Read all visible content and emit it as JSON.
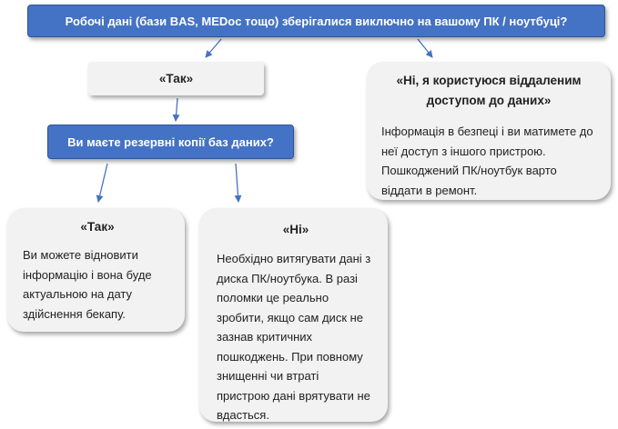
{
  "colors": {
    "blue_box": "#4472c4",
    "grey_box": "#f2f2f2",
    "arrow": "#4472c4"
  },
  "question_main": "Робочі дані (бази BAS, MEDoc тощо) зберігалися виключно на вашому ПК / ноутбуці?",
  "answer_yes_top": "«Так»",
  "answer_no_top": {
    "title": "«Ні, я користуюся віддаленим доступом до даних»",
    "text": "Інформація в безпеці і ви матимете до неї доступ з іншого пристрою. Пошкоджений ПК/ноутбук варто віддати в ремонт."
  },
  "question_backup": "Ви маєте резервні копії баз даних?",
  "backup_yes": {
    "title": "«Так»",
    "text": "Ви можете відновити інформацію і вона буде актуальною на дату здійснення бекапу."
  },
  "backup_no": {
    "title": "«Ні»",
    "text": "Необхідно витягувати дані з диска ПК/ноутбука. В разі поломки це реально зробити, якщо сам диск не зазнав критичних пошкоджень. При повному знищенні чи втраті пристрою дані врятувати не вдасться."
  }
}
